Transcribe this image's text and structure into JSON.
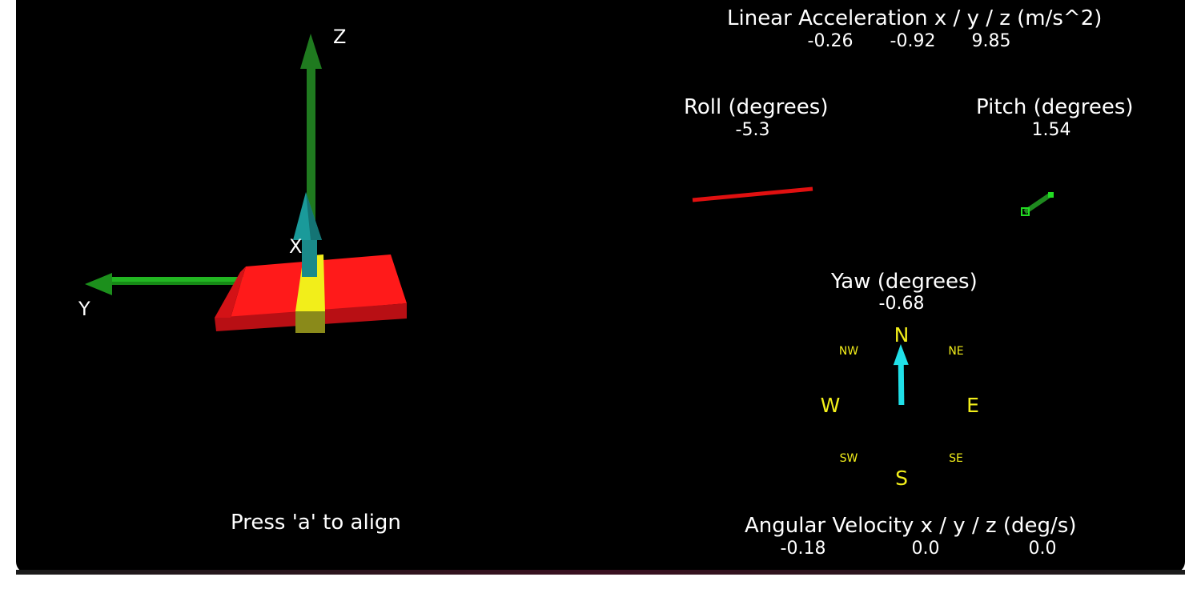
{
  "accel": {
    "title": "Linear Acceleration x / y / z (m/s^2)",
    "x": "-0.26",
    "y": "-0.92",
    "z": "9.85"
  },
  "roll": {
    "title": "Roll (degrees)",
    "value": "-5.3",
    "angle_deg": -5.3
  },
  "pitch": {
    "title": "Pitch (degrees)",
    "value": "1.54",
    "angle_deg": 1.54
  },
  "yaw": {
    "title": "Yaw (degrees)",
    "value": "-0.68",
    "angle_deg": -0.68
  },
  "compass": {
    "north": "N",
    "south": "S",
    "east": "E",
    "west": "W",
    "northeast": "NE",
    "northwest": "NW",
    "southeast": "SE",
    "southwest": "SW"
  },
  "axes": {
    "x_label": "X",
    "y_label": "Y",
    "z_label": "Z"
  },
  "gyro": {
    "title": "Angular Velocity x / y / z (deg/s)",
    "x": "-0.18",
    "y": "0.0",
    "z": "0.0"
  },
  "hint": "Press 'a' to align",
  "colors": {
    "background": "#000000",
    "text": "#ffffff",
    "compass_text": "#f2ee1a",
    "board": "#ff1a1a",
    "board_edge": "#b80f14",
    "chip": "#f2ee1a",
    "axis_green": "#1f7a1f",
    "axis_light_green": "#22b522",
    "arrow_teal": "#1a8a8a",
    "roll_line": "#e01010",
    "pitch_line": "#22aa22",
    "yaw_arrow": "#20e0e8"
  }
}
